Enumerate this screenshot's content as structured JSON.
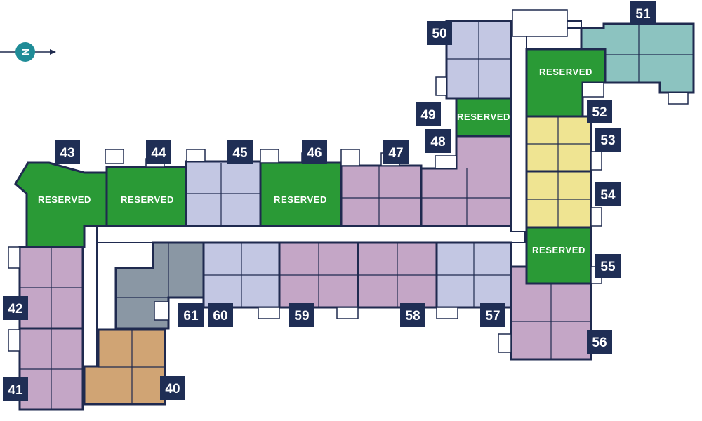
{
  "compass": {
    "label": "N"
  },
  "reserved_label": "RESERVED",
  "colors": {
    "wall": "#1f2a4f",
    "label_bg": "#1f2e55",
    "reserved": "#2a9a36",
    "lavender": "#c4a6c6",
    "periwinkle": "#c3c7e3",
    "teal": "#8cc3c0",
    "yellow": "#efe492",
    "tan": "#d0a474",
    "slate": "#8a97a4",
    "compass": "#1f8c97"
  },
  "units": [
    {
      "number": "40",
      "status": "available",
      "color": "tan"
    },
    {
      "number": "41",
      "status": "available",
      "color": "lavender"
    },
    {
      "number": "42",
      "status": "available",
      "color": "lavender"
    },
    {
      "number": "43",
      "status": "reserved",
      "color": "reserved"
    },
    {
      "number": "44",
      "status": "reserved",
      "color": "reserved"
    },
    {
      "number": "45",
      "status": "available",
      "color": "periwinkle"
    },
    {
      "number": "46",
      "status": "reserved",
      "color": "reserved"
    },
    {
      "number": "47",
      "status": "available",
      "color": "lavender"
    },
    {
      "number": "48",
      "status": "available",
      "color": "lavender"
    },
    {
      "number": "49",
      "status": "reserved",
      "color": "reserved"
    },
    {
      "number": "50",
      "status": "available",
      "color": "periwinkle"
    },
    {
      "number": "51",
      "status": "available",
      "color": "teal"
    },
    {
      "number": "52",
      "status": "reserved",
      "color": "reserved"
    },
    {
      "number": "53",
      "status": "available",
      "color": "yellow"
    },
    {
      "number": "54",
      "status": "available",
      "color": "yellow"
    },
    {
      "number": "55",
      "status": "reserved",
      "color": "reserved"
    },
    {
      "number": "56",
      "status": "available",
      "color": "lavender"
    },
    {
      "number": "57",
      "status": "available",
      "color": "periwinkle"
    },
    {
      "number": "58",
      "status": "available",
      "color": "lavender"
    },
    {
      "number": "59",
      "status": "available",
      "color": "lavender"
    },
    {
      "number": "60",
      "status": "available",
      "color": "periwinkle"
    },
    {
      "number": "61",
      "status": "available",
      "color": "slate"
    }
  ]
}
